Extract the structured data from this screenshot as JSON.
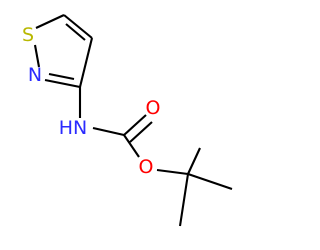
{
  "molecule": {
    "atoms": [
      {
        "id": "S1",
        "label": "S",
        "color": "#b8b800"
      },
      {
        "id": "N2",
        "label": "N",
        "color": "#2b2bff"
      },
      {
        "id": "N_amide",
        "label": "HN",
        "color": "#2b2bff"
      },
      {
        "id": "O_carbonyl",
        "label": "O",
        "color": "#ff0000"
      },
      {
        "id": "O_ester",
        "label": "O",
        "color": "#ff0000"
      }
    ],
    "bond_color": "#000000"
  }
}
